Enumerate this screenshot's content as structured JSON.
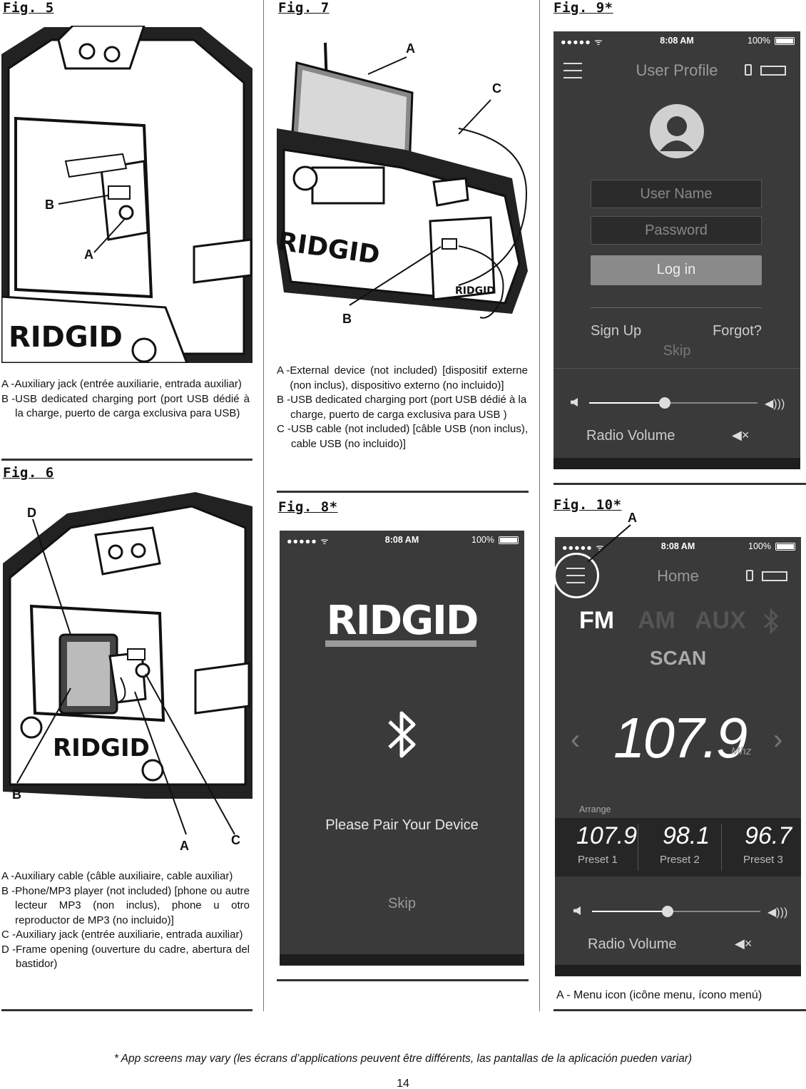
{
  "fig5": {
    "title": "Fig. 5",
    "callouts": [
      "B",
      "A"
    ],
    "legend": [
      {
        "key": "A -",
        "text": "Auxiliary jack (entrée auxiliarie, entrada auxiliar)"
      },
      {
        "key": "B -",
        "text": "USB dedicated charging port (port USB dédié à la charge, puerto de carga exclusiva para USB)"
      }
    ]
  },
  "fig6": {
    "title": "Fig. 6",
    "callouts": [
      "D",
      "B",
      "A",
      "C"
    ],
    "legend": [
      {
        "key": "A -",
        "text": "Auxiliary cable (câble auxiliaire, cable auxiliar)"
      },
      {
        "key": "B -",
        "text": "Phone/MP3 player (not included) [phone ou autre lecteur MP3 (non inclus), phone u otro reproductor de MP3 (no incluido)]"
      },
      {
        "key": "C -",
        "text": "Auxiliary jack (entrée auxiliarie, entrada auxiliar)"
      },
      {
        "key": "D -",
        "text": "Frame opening (ouverture du cadre, abertura del bastidor)"
      }
    ]
  },
  "fig7": {
    "title": "Fig. 7",
    "callouts": [
      "A",
      "C",
      "B"
    ],
    "legend": [
      {
        "key": "A -",
        "text": "External device (not included) [dispositif externe (non inclus), dispositivo externo (no incluido)]"
      },
      {
        "key": "B -",
        "text": "USB dedicated charging port (port USB dédié à la charge, puerto de carga exclusiva para USB )"
      },
      {
        "key": "C -",
        "text": "USB cable (not included) [câble USB (non inclus), cable USB (no incluido)]"
      }
    ]
  },
  "fig8": {
    "title": "Fig. 8*",
    "status": {
      "dots": "●●●●● ᯤ",
      "time": "8:08 AM",
      "battery": "100%"
    },
    "logo": "RIDGID",
    "pair_text": "Please Pair Your Device",
    "skip": "Skip"
  },
  "fig9": {
    "title": "Fig. 9*",
    "status": {
      "dots": "●●●●● ᯤ",
      "time": "8:08 AM",
      "battery": "100%"
    },
    "header": "User Profile",
    "username_placeholder": "User Name",
    "password_placeholder": "Password",
    "login": "Log in",
    "signup": "Sign Up",
    "forgot": "Forgot?",
    "skip": "Skip",
    "volume_label": "Radio Volume",
    "volume_level": 0.45
  },
  "fig10": {
    "title": "Fig. 10*",
    "callout": "A",
    "status": {
      "dots": "●●●●● ᯤ",
      "time": "8:08 AM",
      "battery": "100%"
    },
    "header": "Home",
    "modes": [
      "FM",
      "AM",
      "AUX"
    ],
    "scan": "SCAN",
    "frequency": "107.9",
    "unit": "Mhz",
    "arrange": "Arrange",
    "presets": [
      {
        "freq": "107.9",
        "label": "Preset 1"
      },
      {
        "freq": "98.1",
        "label": "Preset 2"
      },
      {
        "freq": "96.7",
        "label": "Preset 3"
      }
    ],
    "volume_label": "Radio Volume",
    "volume_level": 0.45,
    "legend": "A - Menu icon (icône menu, ícono menú)"
  },
  "footer_note": "*  App screens may vary (les écrans d’applications peuvent être différents, las pantallas de la aplicación pueden variar)",
  "page_number": "14"
}
